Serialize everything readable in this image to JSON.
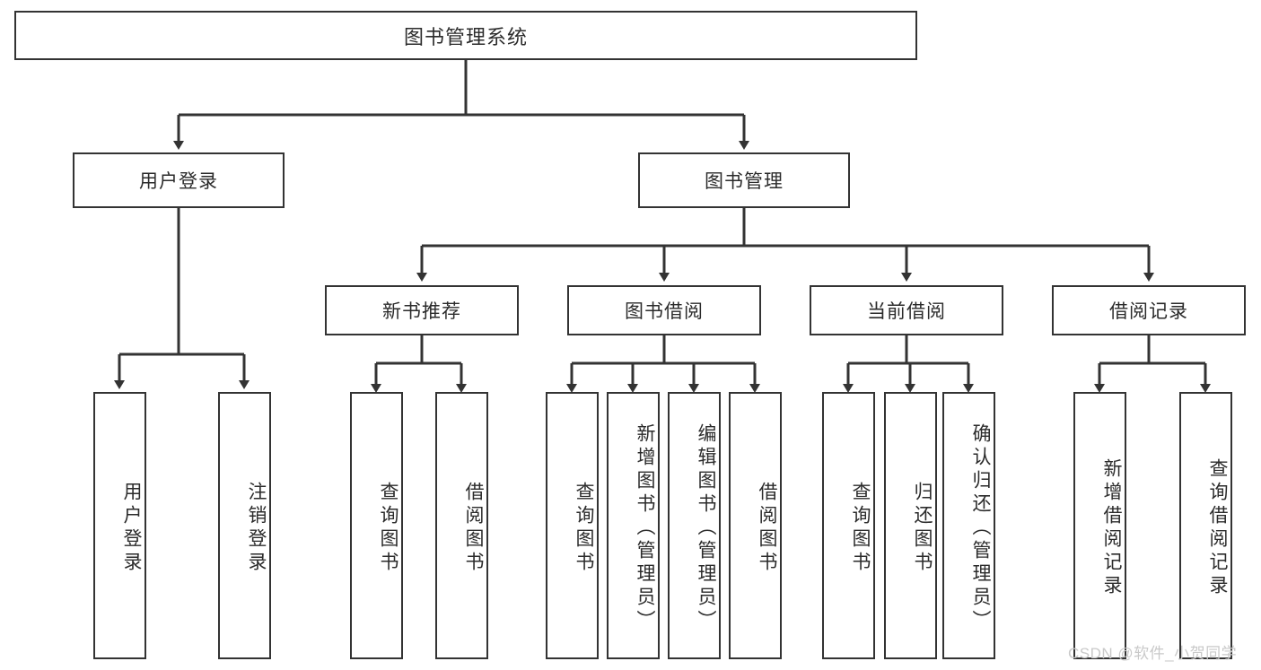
{
  "diagram": {
    "title_text": "图书管理系统",
    "type": "hierarchy-tree",
    "line_color": "#333333",
    "box_fill": "#ffffff",
    "text_color": "#2b2b2b"
  },
  "root": {
    "label": "图书管理系统"
  },
  "level2": [
    {
      "label": "用户登录"
    },
    {
      "label": "图书管理"
    }
  ],
  "level3": [
    {
      "label": "新书推荐"
    },
    {
      "label": "图书借阅"
    },
    {
      "label": "当前借阅"
    },
    {
      "label": "借阅记录"
    }
  ],
  "leaves": {
    "user_login": [
      {
        "label": "用户登录"
      },
      {
        "label": "注销登录"
      }
    ],
    "new_book_recommend": [
      {
        "label": "查询图书"
      },
      {
        "label": "借阅图书"
      }
    ],
    "book_borrow": [
      {
        "label": "查询图书"
      },
      {
        "label": "新增图书（管理员）"
      },
      {
        "label": "编辑图书（管理员）"
      },
      {
        "label": "借阅图书"
      }
    ],
    "current_borrow": [
      {
        "label": "查询图书"
      },
      {
        "label": "归还图书"
      },
      {
        "label": "确认归还（管理员）"
      }
    ],
    "borrow_record": [
      {
        "label": "新增借阅记录"
      },
      {
        "label": "查询借阅记录"
      }
    ]
  },
  "watermark": {
    "text": "CSDN @软件_小贺同学"
  }
}
